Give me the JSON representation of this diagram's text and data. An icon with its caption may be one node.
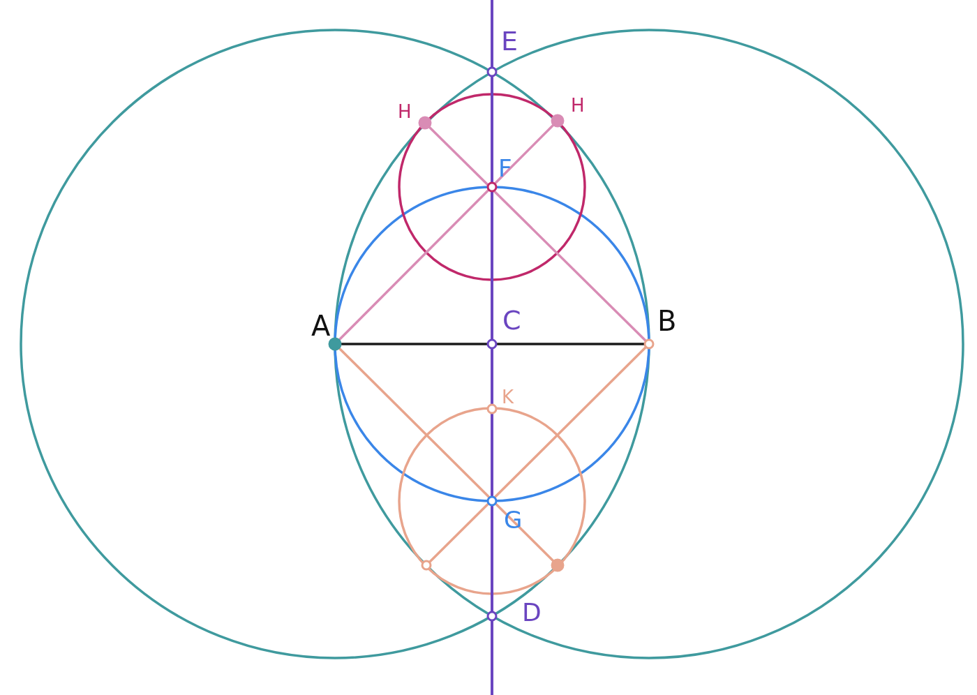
{
  "diagram": {
    "labels": [
      "E",
      "H",
      "H",
      "F",
      "A",
      "C",
      "B",
      "K",
      "G",
      "D"
    ]
  }
}
